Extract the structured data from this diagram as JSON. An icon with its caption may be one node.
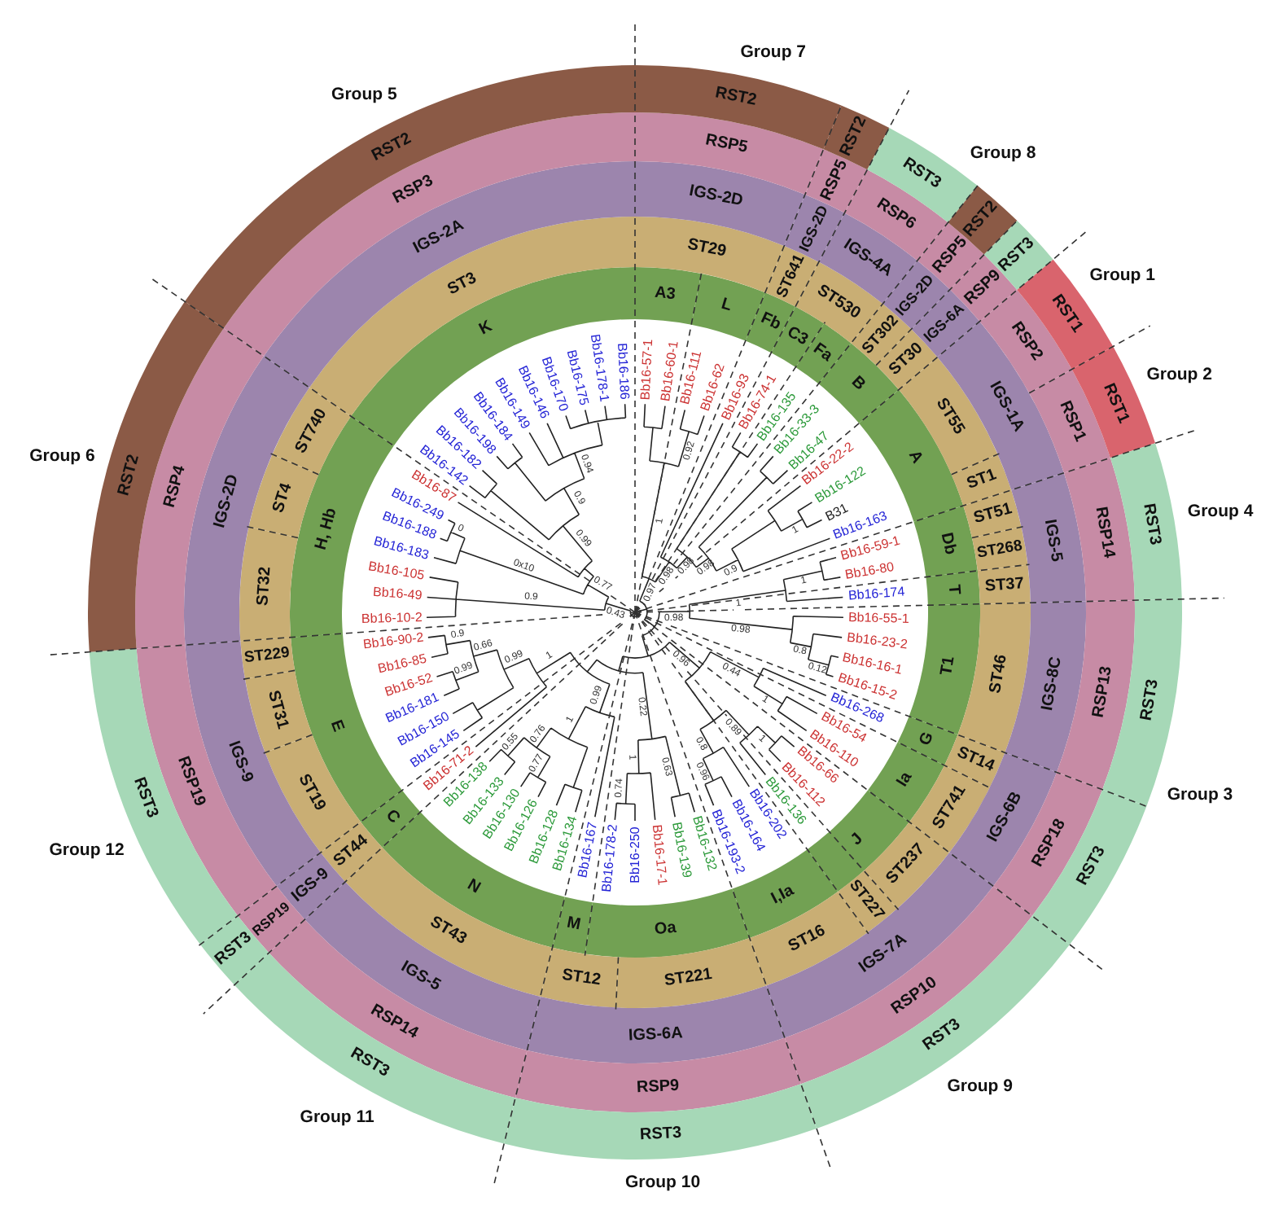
{
  "diagram": {
    "nodes": [
      {
        "text": [
          "A3"
        ]
      },
      {
        "text": [
          "L"
        ]
      },
      {
        "text": [
          "Fb"
        ]
      },
      {
        "text": [
          "C3"
        ]
      },
      {
        "text": [
          "Fa"
        ]
      },
      {
        "text": [
          "B"
        ]
      },
      {
        "text": [
          "A"
        ]
      },
      {
        "text": [
          "Db"
        ]
      },
      {
        "text": [
          "T"
        ]
      },
      {
        "text": [
          "T1"
        ]
      },
      {
        "text": [
          "G"
        ]
      },
      {
        "text": [
          "Ia"
        ]
      },
      {
        "text": [
          "J"
        ]
      },
      {
        "text": [
          "I,Ia"
        ]
      },
      {
        "text": [
          "Oa"
        ]
      },
      {
        "text": [
          "M"
        ]
      },
      {
        "text": [
          "N"
        ]
      },
      {
        "text": [
          "C"
        ]
      },
      {
        "text": [
          "E"
        ]
      },
      {
        "text": [
          "H, Hb"
        ]
      },
      {
        "text": [
          "K"
        ]
      },
      {
        "text": [
          "ST29"
        ]
      },
      {
        "text": [
          "ST641"
        ]
      },
      {
        "text": [
          "ST530"
        ]
      },
      {
        "text": [
          "ST302"
        ]
      },
      {
        "text": [
          "ST30"
        ]
      },
      {
        "text": [
          "ST55"
        ]
      },
      {
        "text": [
          "ST1"
        ]
      },
      {
        "text": [
          "ST51"
        ]
      },
      {
        "text": [
          "ST268"
        ]
      },
      {
        "text": [
          "ST37"
        ]
      },
      {
        "text": [
          "ST46"
        ]
      },
      {
        "text": [
          "ST14"
        ]
      },
      {
        "text": [
          "ST741"
        ]
      },
      {
        "text": [
          "ST237"
        ]
      },
      {
        "text": [
          "ST227"
        ]
      },
      {
        "text": [
          "ST16"
        ]
      },
      {
        "text": [
          "ST221"
        ]
      },
      {
        "text": [
          "ST12"
        ]
      },
      {
        "text": [
          "ST43"
        ]
      },
      {
        "text": [
          "ST44"
        ]
      },
      {
        "text": [
          "ST19"
        ]
      },
      {
        "text": [
          "ST31"
        ]
      },
      {
        "text": [
          "ST229"
        ]
      },
      {
        "text": [
          "ST32"
        ]
      },
      {
        "text": [
          "ST4"
        ]
      },
      {
        "text": [
          "ST740"
        ]
      },
      {
        "text": [
          "ST3"
        ]
      },
      {
        "text": [
          "IGS-2D"
        ]
      },
      {
        "text": [
          "IGS-2D"
        ]
      },
      {
        "text": [
          "IGS-4A"
        ]
      },
      {
        "text": [
          "IGS-2D"
        ]
      },
      {
        "text": [
          "IGS-6A"
        ]
      },
      {
        "text": [
          "IGS-1A"
        ]
      },
      {
        "text": [
          "IGS-5"
        ]
      },
      {
        "text": [
          "IGS-8C"
        ]
      },
      {
        "text": [
          "IGS-6B"
        ]
      },
      {
        "text": [
          "IGS-7A"
        ]
      },
      {
        "text": [
          "IGS-6A"
        ]
      },
      {
        "text": [
          "IGS-5"
        ]
      },
      {
        "text": [
          "IGS-9"
        ]
      },
      {
        "text": [
          "IGS-9"
        ]
      },
      {
        "text": [
          "IGS-2D"
        ]
      },
      {
        "text": [
          "IGS-2A"
        ]
      },
      {
        "text": [
          "RSP5"
        ]
      },
      {
        "text": [
          "RSP5"
        ]
      },
      {
        "text": [
          "RSP6"
        ]
      },
      {
        "text": [
          "RSP5"
        ]
      },
      {
        "text": [
          "RSP9"
        ]
      },
      {
        "text": [
          "RSP2"
        ]
      },
      {
        "text": [
          "RSP1"
        ]
      },
      {
        "text": [
          "RSP14"
        ]
      },
      {
        "text": [
          "RSP13"
        ]
      },
      {
        "text": [
          "RSP18"
        ]
      },
      {
        "text": [
          "RSP10"
        ]
      },
      {
        "text": [
          "RSP9"
        ]
      },
      {
        "text": [
          "RSP14"
        ]
      },
      {
        "text": [
          "RSP19"
        ]
      },
      {
        "text": [
          "RSP19"
        ]
      },
      {
        "text": [
          "RSP4"
        ]
      },
      {
        "text": [
          "RSP3"
        ]
      },
      {
        "text": [
          "RST2"
        ]
      },
      {
        "text": [
          "RST2"
        ]
      },
      {
        "text": [
          "RST3"
        ]
      },
      {
        "text": [
          "RST2"
        ]
      },
      {
        "text": [
          "RST3"
        ]
      },
      {
        "text": [
          "RST1"
        ]
      },
      {
        "text": [
          "RST1"
        ]
      },
      {
        "text": [
          "RST3"
        ]
      },
      {
        "text": [
          "RST3"
        ]
      },
      {
        "text": [
          "RST3"
        ]
      },
      {
        "text": [
          "RST3"
        ]
      },
      {
        "text": [
          "RST3"
        ]
      },
      {
        "text": [
          "RST3"
        ]
      },
      {
        "text": [
          "RST3"
        ]
      },
      {
        "text": [
          "RST3"
        ]
      },
      {
        "text": [
          "RST2"
        ]
      },
      {
        "text": [
          "RST2"
        ]
      }
    ],
    "labels": [
      "Group 7",
      "Group 5",
      "Group 8",
      "Group 1",
      "Group 2",
      "Group 6",
      "Group 4",
      "Group 3",
      "Group 12",
      "Group 9",
      "Group 11",
      "Group 10",
      "Bb16-49",
      "Bb16-105",
      "Bb16-183",
      "Bb16-188",
      "Bb16-249",
      "Bb16-87",
      "Bb16-142",
      "Bb16-182",
      "Bb16-198",
      "Bb16-184",
      "Bb16-149",
      "Bb16-146",
      "Bb16-170",
      "Bb16-175",
      "Bb16-178-1",
      "Bb16-186",
      "Bb16-57-1",
      "Bb16-60-1",
      "Bb16-111",
      "Bb16-62",
      "Bb16-93",
      "Bb16-74-1",
      "Bb16-135",
      "Bb16-33-3",
      "Bb16-47",
      "Bb16-22-2",
      "Bb16-122",
      "B31",
      "Bb16-163",
      "Bb16-59-1",
      "Bb16-80",
      "Bb16-174",
      "Bb16-10-2",
      "Bb16-90-2",
      "Bb16-85",
      "Bb16-52",
      "Bb16-181",
      "Bb16-150",
      "Bb16-145",
      "Bb16-71-2",
      "Bb16-138",
      "Bb16-133",
      "Bb16-130",
      "Bb16-126",
      "Bb16-128",
      "Bb16-134",
      "Bb16-167",
      "Bb16-178-2",
      "Bb16-250",
      "Bb16-17-1",
      "Bb16-139",
      "Bb16-132",
      "Bb16-193-2",
      "Bb16-164",
      "Bb16-202",
      "Bb16-136",
      "Bb16-112",
      "Bb16-66",
      "Bb16-110",
      "Bb16-54",
      "Bb16-268",
      "Bb16-15-2",
      "Bb16-16-1",
      "Bb16-23-2",
      "Bb16-55-1",
      "0.97",
      "1",
      "0.92",
      "0.98",
      "0.98",
      "0.98",
      "0.9",
      "1",
      "0.98",
      "1",
      "1",
      "0.98",
      "0.8",
      "0.12",
      "0.96",
      "0.44",
      "1",
      "0.89",
      "1",
      "0.8",
      "0.96",
      "0.22",
      "0.63",
      "1",
      "0.74",
      "0.99",
      "1",
      "0.76",
      "0.77",
      "0.55",
      "1",
      "0.99",
      "0.66",
      "0.99",
      "0.9",
      "0.43",
      "0.9",
      "0.77",
      "0x10",
      "0",
      "0.99",
      "0.9",
      "0.94"
    ]
  }
}
